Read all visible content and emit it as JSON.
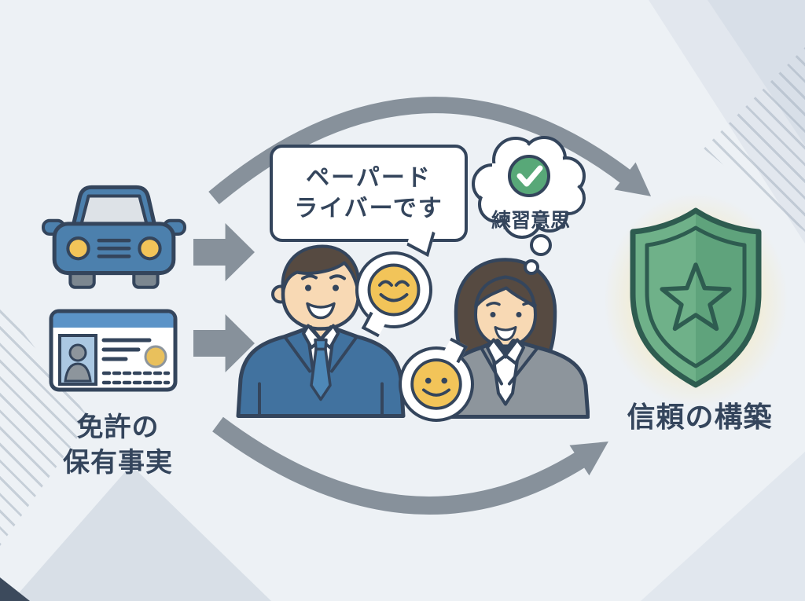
{
  "left_group": {
    "caption_line1": "免許の",
    "caption_line2": "保有事実"
  },
  "conversation": {
    "speech_bubble": {
      "line1": "ペーパード",
      "line2": "ライバーです"
    },
    "thought_bubble": {
      "text": "練習意思"
    }
  },
  "right_group": {
    "caption": "信頼の構築"
  },
  "icons": {
    "car": "car-icon",
    "license": "drivers-license-icon",
    "arrow_right": "right-arrow-icon",
    "curved_arrow_top": "curved-arrow-top",
    "curved_arrow_bottom": "curved-arrow-bottom",
    "smiley_happy": "smiley-happy-icon",
    "smiley_dots": "smiley-dot-eyes-icon",
    "check": "check-circle-icon",
    "shield": "shield-star-icon"
  },
  "colors": {
    "background": "#edf1f5",
    "outline_navy": "#34455c",
    "arrow_gray": "#87919b",
    "car_blue": "#4c80ad",
    "band_blue": "#5b93c7",
    "photo_blue": "#abc8e2",
    "suit_blue": "#41729f",
    "tie_blue": "#4e88b7",
    "suit_gray": "#8d959c",
    "skin": "#f8d9b4",
    "hair_brown": "#564a41",
    "smiley_yellow": "#f2c459",
    "shield_green_light": "#6fb189",
    "shield_green_dark": "#5fa37c",
    "shield_outline": "#2e5c50",
    "check_green": "#58a878",
    "glow_yellow": "#f8e39b"
  }
}
